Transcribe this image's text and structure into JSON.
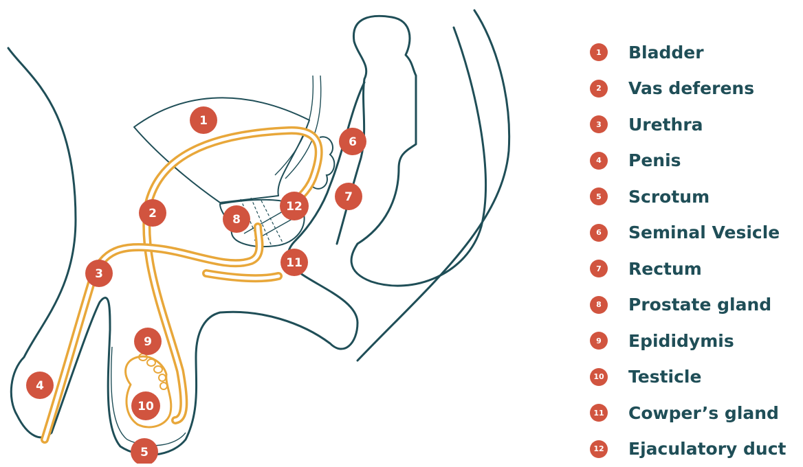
{
  "legend": [
    {
      "num": "1",
      "label": "Bladder"
    },
    {
      "num": "2",
      "label": "Vas deferens"
    },
    {
      "num": "3",
      "label": "Urethra"
    },
    {
      "num": "4",
      "label": "Penis"
    },
    {
      "num": "5",
      "label": "Scrotum"
    },
    {
      "num": "6",
      "label": "Seminal Vesicle"
    },
    {
      "num": "7",
      "label": "Rectum"
    },
    {
      "num": "8",
      "label": "Prostate gland"
    },
    {
      "num": "9",
      "label": "Epididymis"
    },
    {
      "num": "10",
      "label": "Testicle"
    },
    {
      "num": "11",
      "label": "Cowper’s gland"
    },
    {
      "num": "12",
      "label": "Ejaculatory duct"
    }
  ],
  "markers": [
    "1",
    "2",
    "3",
    "4",
    "5",
    "6",
    "7",
    "8",
    "9",
    "10",
    "11",
    "12"
  ],
  "colors": {
    "outline": "#1f4e57",
    "duct": "#e8a73a",
    "badge": "#d1543f",
    "label": "#1f4e57"
  }
}
